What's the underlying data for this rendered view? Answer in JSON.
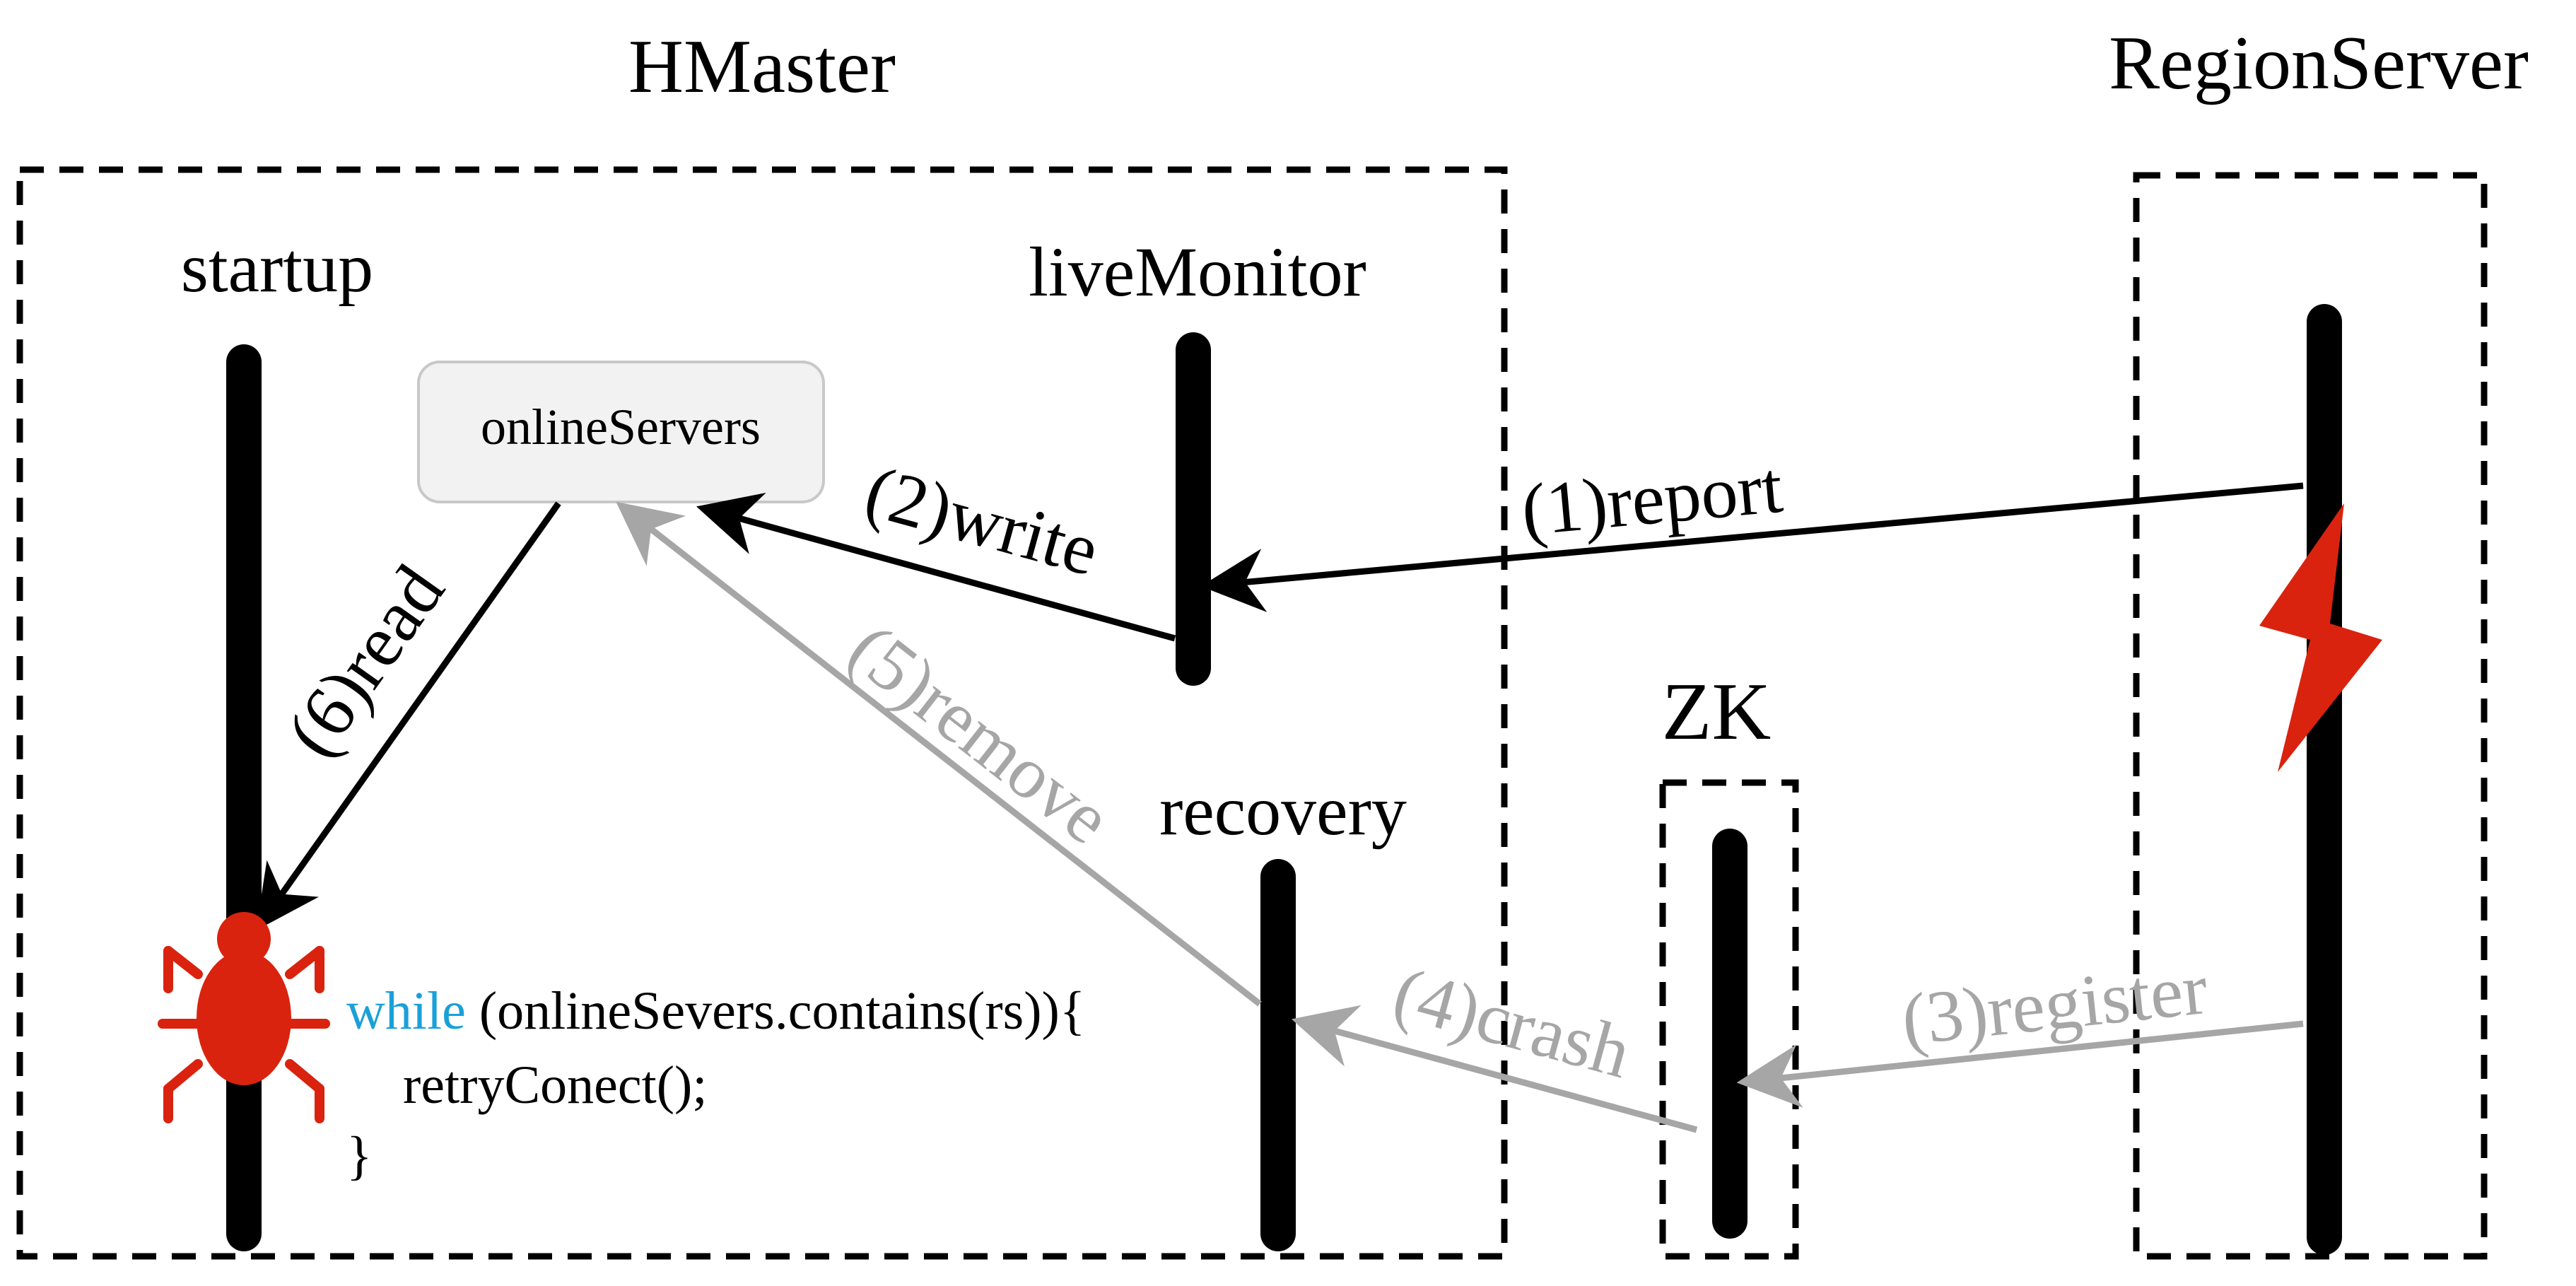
{
  "titles": {
    "hmaster": "HMaster",
    "regionserver": "RegionServer",
    "zk": "ZK"
  },
  "lifelines": {
    "startup": "startup",
    "livemonitor": "liveMonitor",
    "recovery": "recovery"
  },
  "store": {
    "label": "onlineServers"
  },
  "arrows": {
    "report": "(1)report",
    "write": "(2)write",
    "register": "(3)register",
    "crash": "(4)crash",
    "remove": "(5)remove",
    "read": "(6)read"
  },
  "code": {
    "keyword": "while",
    "condition": " (onlineSevers.contains(rs)){",
    "body": "retryConect();",
    "close": "}"
  },
  "icons": {
    "bug": "bug-icon",
    "lightning": "lightning-bolt-icon"
  },
  "colors": {
    "black": "#000000",
    "gray": "#a6a6a6",
    "red": "#d9230f",
    "keyword": "#1aa0d8",
    "store_fill": "#f2f2f2",
    "store_border": "#c8c8c8"
  }
}
